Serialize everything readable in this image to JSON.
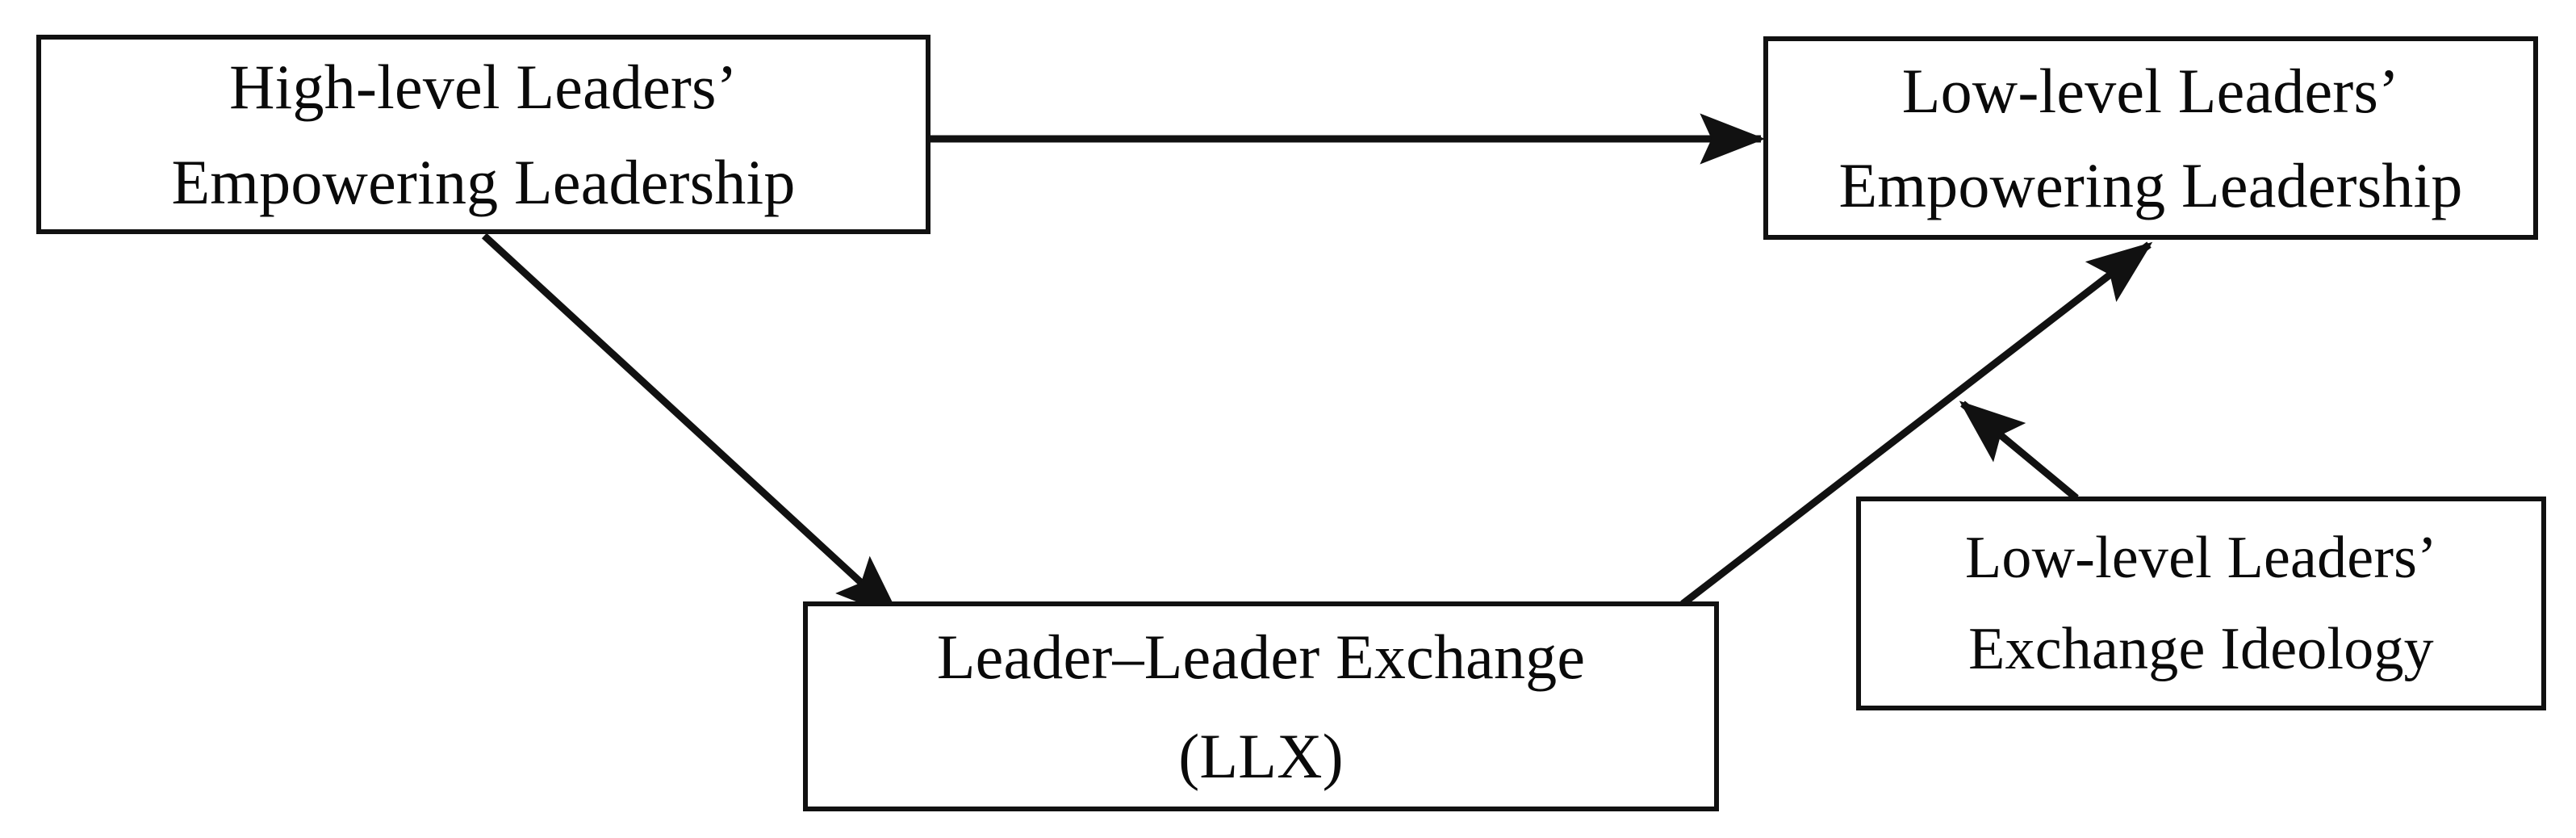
{
  "diagram": {
    "title": "Research model of empowering leadership cascade",
    "background_color": "#ffffff",
    "stroke_color": "#111111",
    "text_color": "#0a0a0a",
    "nodes": [
      {
        "id": "high-level-el",
        "name": "high-level-leaders-empowering-leadership",
        "line1": "High-level Leaders’",
        "line2": "Empowering Leadership",
        "role": "independent-variable"
      },
      {
        "id": "low-level-el",
        "name": "low-level-leaders-empowering-leadership",
        "line1": "Low-level Leaders’",
        "line2": "Empowering Leadership",
        "role": "dependent-variable"
      },
      {
        "id": "llx",
        "name": "leader-leader-exchange",
        "line1": "Leader–Leader Exchange",
        "line2": "(LLX)",
        "role": "mediator"
      },
      {
        "id": "exchange-ideology",
        "name": "low-level-leaders-exchange-ideology",
        "line1": "Low-level Leaders’",
        "line2": "Exchange Ideology",
        "role": "moderator"
      }
    ],
    "edges": [
      {
        "id": "edge-high-to-low",
        "name": "arrow-high-level-el-to-low-level-el",
        "from": "high-level-el",
        "to": "low-level-el",
        "kind": "direct-effect",
        "style": "solid-arrow"
      },
      {
        "id": "edge-high-to-llx",
        "name": "arrow-high-level-el-to-llx",
        "from": "high-level-el",
        "to": "llx",
        "kind": "direct-effect",
        "style": "solid-arrow"
      },
      {
        "id": "edge-llx-to-low",
        "name": "arrow-llx-to-low-level-el",
        "from": "llx",
        "to": "low-level-el",
        "kind": "direct-effect",
        "style": "solid-arrow"
      },
      {
        "id": "edge-moderation",
        "name": "arrow-exchange-ideology-moderates-llx-to-low-level-el",
        "from": "exchange-ideology",
        "to": "edge-llx-to-low",
        "kind": "moderation",
        "style": "solid-arrow"
      }
    ]
  }
}
